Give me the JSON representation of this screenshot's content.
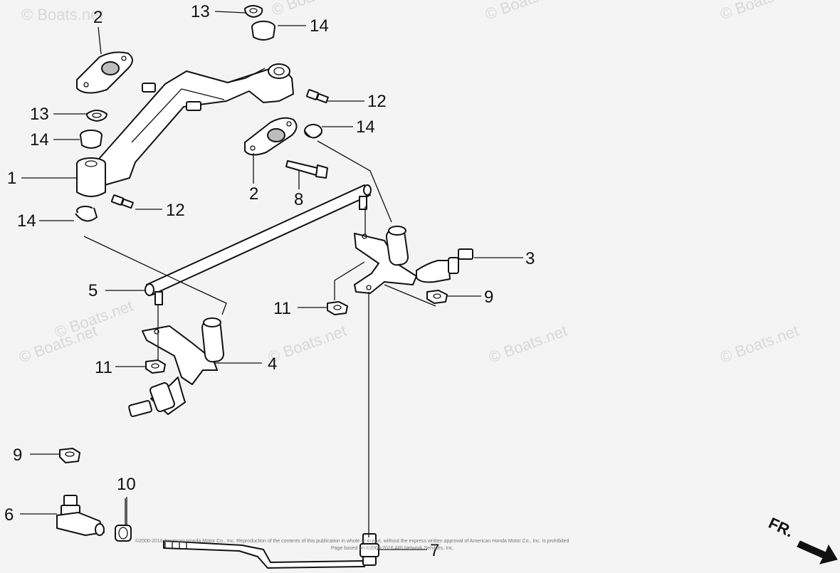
{
  "watermarks": [
    "© Boats.net",
    "© Boats.net",
    "© Boats.net",
    "© Boats.net",
    "© Boats.net",
    "© Boats.net",
    "© Boats.net",
    "© Boats.net",
    "© Boats.net"
  ],
  "callouts": {
    "c2a": "2",
    "c13a": "13",
    "c14a": "14",
    "c13b": "13",
    "c14b": "14",
    "c1": "1",
    "c12a": "12",
    "c14c": "14",
    "c2b": "2",
    "c8": "8",
    "c14d": "14",
    "c12b": "12",
    "c3": "3",
    "c5": "5",
    "c11a": "11",
    "c9a": "9",
    "c11b": "11",
    "c4": "4",
    "c9b": "9",
    "c10": "10",
    "c6": "6",
    "c7": "7"
  },
  "direction_label": "FR.",
  "copyright_line1": "©2000-2016 American Honda Motor Co., Inc. Reproduction of the contents of this publication in whole or in part, without the express written approval of American Honda Motor Co., Inc. is prohibited",
  "copyright_line2": "Page based on ©2000-2016 ARI Network Services, Inc."
}
